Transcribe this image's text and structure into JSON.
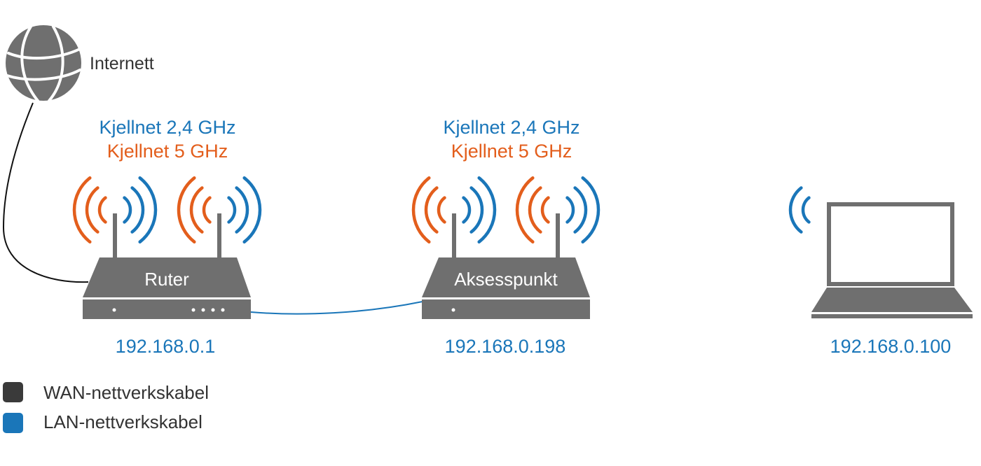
{
  "colors": {
    "blue": "#1a76b9",
    "orange": "#e35e1c",
    "device_gray": "#6f6f6f",
    "wan_cable": "#111111",
    "lan_cable": "#1a76b9",
    "legend_wan": "#3a3a3a",
    "legend_lan": "#1a76b9"
  },
  "internet": {
    "label": "Internett",
    "icon": "globe-icon"
  },
  "router": {
    "label": "Ruter",
    "ip": "192.168.0.1",
    "ssid_24": "Kjellnet 2,4 GHz",
    "ssid_5": "Kjellnet 5 GHz"
  },
  "access_point": {
    "label": "Aksesspunkt",
    "ip": "192.168.0.198",
    "ssid_24": "Kjellnet 2,4 GHz",
    "ssid_5": "Kjellnet 5 GHz"
  },
  "laptop": {
    "ip": "192.168.0.100",
    "icon": "laptop-icon"
  },
  "legend": {
    "wan_label": "WAN-nettverkskabel",
    "lan_label": "LAN-nettverkskabel"
  }
}
